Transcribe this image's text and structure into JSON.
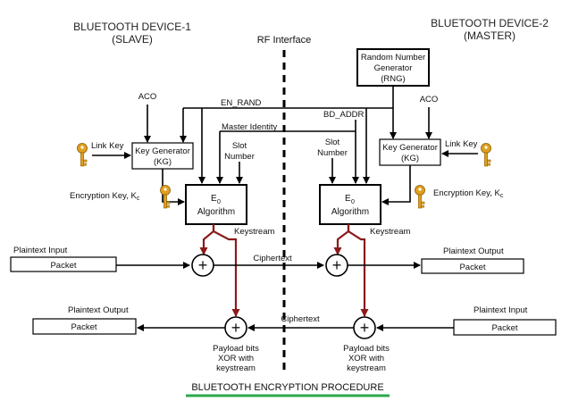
{
  "device1": {
    "name": "BLUETOOTH DEVICE-1",
    "role": "(SLAVE)"
  },
  "device2": {
    "name": "BLUETOOTH DEVICE-2",
    "role": "(MASTER)"
  },
  "rf_interface": "RF Interface",
  "rng": {
    "line1": "Random Number",
    "line2": "Generator",
    "line3": "(RNG)"
  },
  "labels": {
    "aco": "ACO",
    "en_rand": "EN_RAND",
    "bd_addr": "BD_ADDR",
    "master_identity": "Master Identity",
    "slot": "Slot",
    "number": "Number",
    "link_key": "Link Key",
    "encryption_key": "Encryption Key, K",
    "encryption_key_sub": "c",
    "keystream": "Keystream",
    "ciphertext": "Ciphertext",
    "plaintext_input": "Plaintext Input",
    "plaintext_output": "Plaintext Output",
    "packet": "Packet",
    "payload1": "Payload bits",
    "payload2": "XOR with",
    "payload3": "keystream",
    "xor_symbol": "+"
  },
  "key_generator": {
    "line1": "Key Generator",
    "line2": "(KG)"
  },
  "e0": {
    "name": "E",
    "sub": "0",
    "line2": "Algorithm"
  },
  "caption": "BLUETOOTH ENCRYPTION PROCEDURE",
  "colors": {
    "caption_underline": "#2ea84a",
    "keystream_arrow": "#8b1a1a",
    "key_icon": "#e0a020"
  },
  "icons": [
    "key-icon"
  ]
}
